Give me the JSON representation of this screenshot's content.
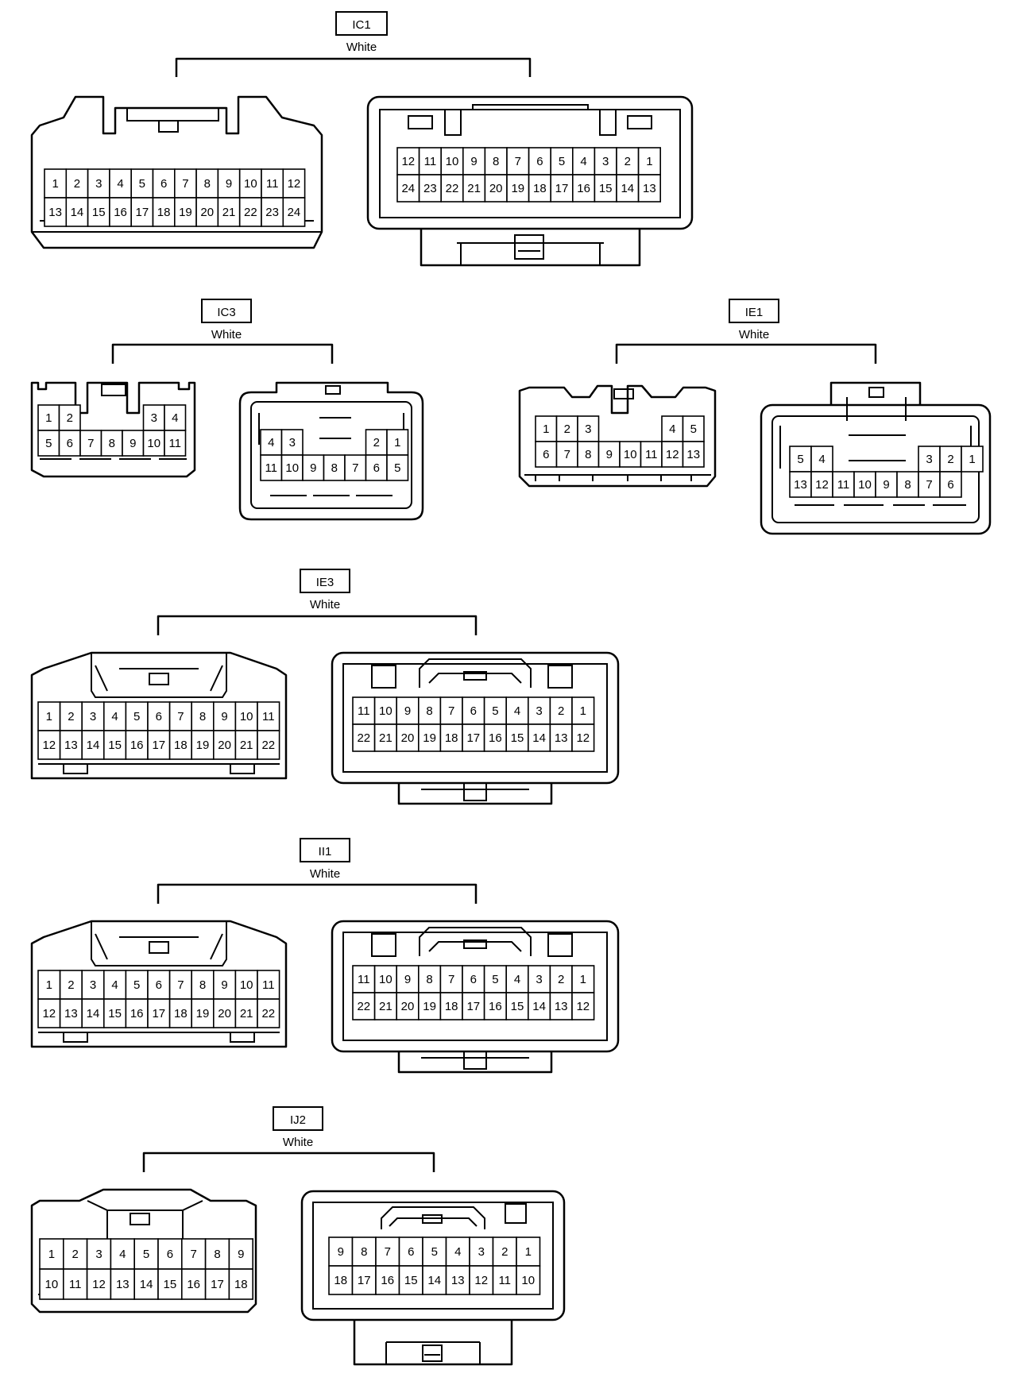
{
  "connectors": [
    {
      "id": "ic1",
      "code": "IC1",
      "color": "White",
      "left": {
        "rows": [
          [
            "1",
            "2",
            "3",
            "4",
            "5",
            "6",
            "7",
            "8",
            "9",
            "10",
            "11",
            "12"
          ],
          [
            "13",
            "14",
            "15",
            "16",
            "17",
            "18",
            "19",
            "20",
            "21",
            "22",
            "23",
            "24"
          ]
        ]
      },
      "right": {
        "rows": [
          [
            "12",
            "11",
            "10",
            "9",
            "8",
            "7",
            "6",
            "5",
            "4",
            "3",
            "2",
            "1"
          ],
          [
            "24",
            "23",
            "22",
            "21",
            "20",
            "19",
            "18",
            "17",
            "16",
            "15",
            "14",
            "13"
          ]
        ]
      }
    },
    {
      "id": "ic3",
      "code": "IC3",
      "color": "White",
      "left": {
        "rows": [
          [
            "1",
            "2",
            "",
            "",
            "",
            "3",
            "4"
          ],
          [
            "5",
            "6",
            "7",
            "8",
            "9",
            "10",
            "11"
          ]
        ]
      },
      "right": {
        "rows": [
          [
            "4",
            "3",
            "",
            "",
            "",
            "2",
            "1"
          ],
          [
            "11",
            "10",
            "9",
            "8",
            "7",
            "6",
            "5"
          ]
        ]
      }
    },
    {
      "id": "ie1",
      "code": "IE1",
      "color": "White",
      "left": {
        "rows": [
          [
            "1",
            "2",
            "3",
            "",
            "",
            "",
            "4",
            "5"
          ],
          [
            "6",
            "7",
            "8",
            "9",
            "10",
            "11",
            "12",
            "13"
          ]
        ]
      },
      "right": {
        "rows": [
          [
            "5",
            "4",
            "",
            "",
            "",
            "",
            "3",
            "2",
            "1"
          ],
          [
            "13",
            "12",
            "11",
            "10",
            "9",
            "8",
            "7",
            "6"
          ]
        ]
      }
    },
    {
      "id": "ie3",
      "code": "IE3",
      "color": "White",
      "left": {
        "rows": [
          [
            "1",
            "2",
            "3",
            "4",
            "5",
            "6",
            "7",
            "8",
            "9",
            "10",
            "11"
          ],
          [
            "12",
            "13",
            "14",
            "15",
            "16",
            "17",
            "18",
            "19",
            "20",
            "21",
            "22"
          ]
        ]
      },
      "right": {
        "rows": [
          [
            "11",
            "10",
            "9",
            "8",
            "7",
            "6",
            "5",
            "4",
            "3",
            "2",
            "1"
          ],
          [
            "22",
            "21",
            "20",
            "19",
            "18",
            "17",
            "16",
            "15",
            "14",
            "13",
            "12"
          ]
        ]
      }
    },
    {
      "id": "ii1",
      "code": "II1",
      "color": "White",
      "left": {
        "rows": [
          [
            "1",
            "2",
            "3",
            "4",
            "5",
            "6",
            "7",
            "8",
            "9",
            "10",
            "11"
          ],
          [
            "12",
            "13",
            "14",
            "15",
            "16",
            "17",
            "18",
            "19",
            "20",
            "21",
            "22"
          ]
        ]
      },
      "right": {
        "rows": [
          [
            "11",
            "10",
            "9",
            "8",
            "7",
            "6",
            "5",
            "4",
            "3",
            "2",
            "1"
          ],
          [
            "22",
            "21",
            "20",
            "19",
            "18",
            "17",
            "16",
            "15",
            "14",
            "13",
            "12"
          ]
        ]
      }
    },
    {
      "id": "ij2",
      "code": "IJ2",
      "color": "White",
      "left": {
        "rows": [
          [
            "1",
            "2",
            "3",
            "4",
            "5",
            "6",
            "7",
            "8",
            "9"
          ],
          [
            "10",
            "11",
            "12",
            "13",
            "14",
            "15",
            "16",
            "17",
            "18"
          ]
        ]
      },
      "right": {
        "rows": [
          [
            "9",
            "8",
            "7",
            "6",
            "5",
            "4",
            "3",
            "2",
            "1"
          ],
          [
            "18",
            "17",
            "16",
            "15",
            "14",
            "13",
            "12",
            "11",
            "10"
          ]
        ]
      }
    }
  ]
}
